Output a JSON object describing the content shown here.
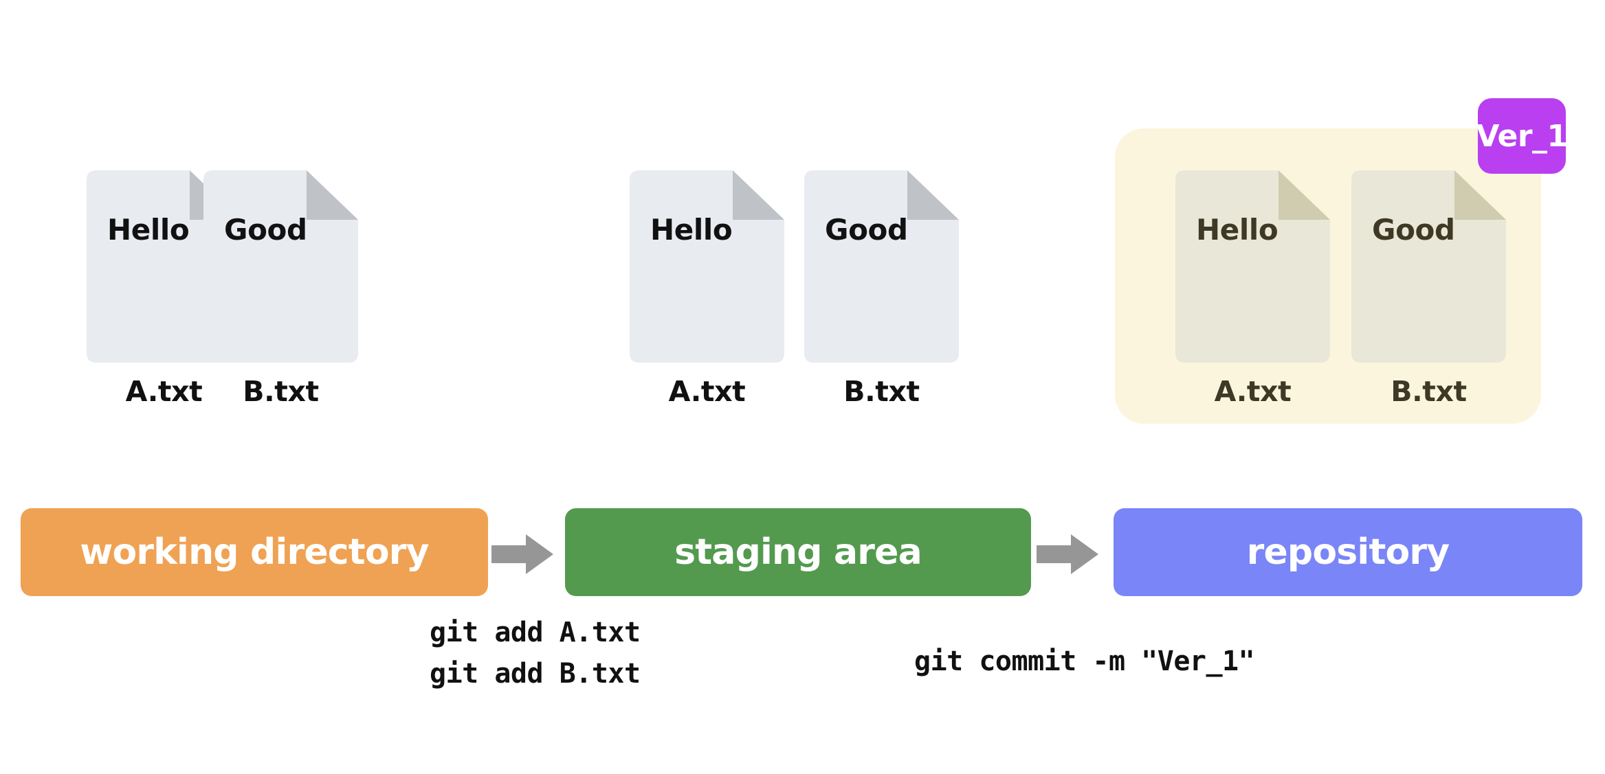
{
  "diagram": {
    "title": "git working directory / staging area / repository flow",
    "colors": {
      "working_directory": "#EFA253",
      "staging_area": "#539A4F",
      "repository": "#7A85F7",
      "repo_panel_bg": "#FBF5DD",
      "version_badge": "#B93FF0",
      "file_fill": "#E8EBF0",
      "file_fold": "#BFC3C7",
      "file_fill_repo": "#E8E7D8",
      "file_fold_repo": "#D0CCAF",
      "arrow": "#969696"
    }
  },
  "columns": [
    {
      "id": "working-directory",
      "stage_label": "working directory",
      "files": [
        {
          "content": "Hello",
          "name": "A.txt"
        },
        {
          "content": "Good",
          "name": "B.txt"
        }
      ]
    },
    {
      "id": "staging-area",
      "stage_label": "staging area",
      "files": [
        {
          "content": "Hello",
          "name": "A.txt"
        },
        {
          "content": "Good",
          "name": "B.txt"
        }
      ]
    },
    {
      "id": "repository",
      "stage_label": "repository",
      "version_badge": "Ver_1",
      "files": [
        {
          "content": "Hello",
          "name": "A.txt"
        },
        {
          "content": "Good",
          "name": "B.txt"
        }
      ]
    }
  ],
  "commands": {
    "add_a": "git add A.txt",
    "add_b": "git add B.txt",
    "commit": "git commit -m \"Ver_1\""
  },
  "icons": {
    "arrow_right": "arrow-right-icon",
    "file": "file-icon"
  }
}
